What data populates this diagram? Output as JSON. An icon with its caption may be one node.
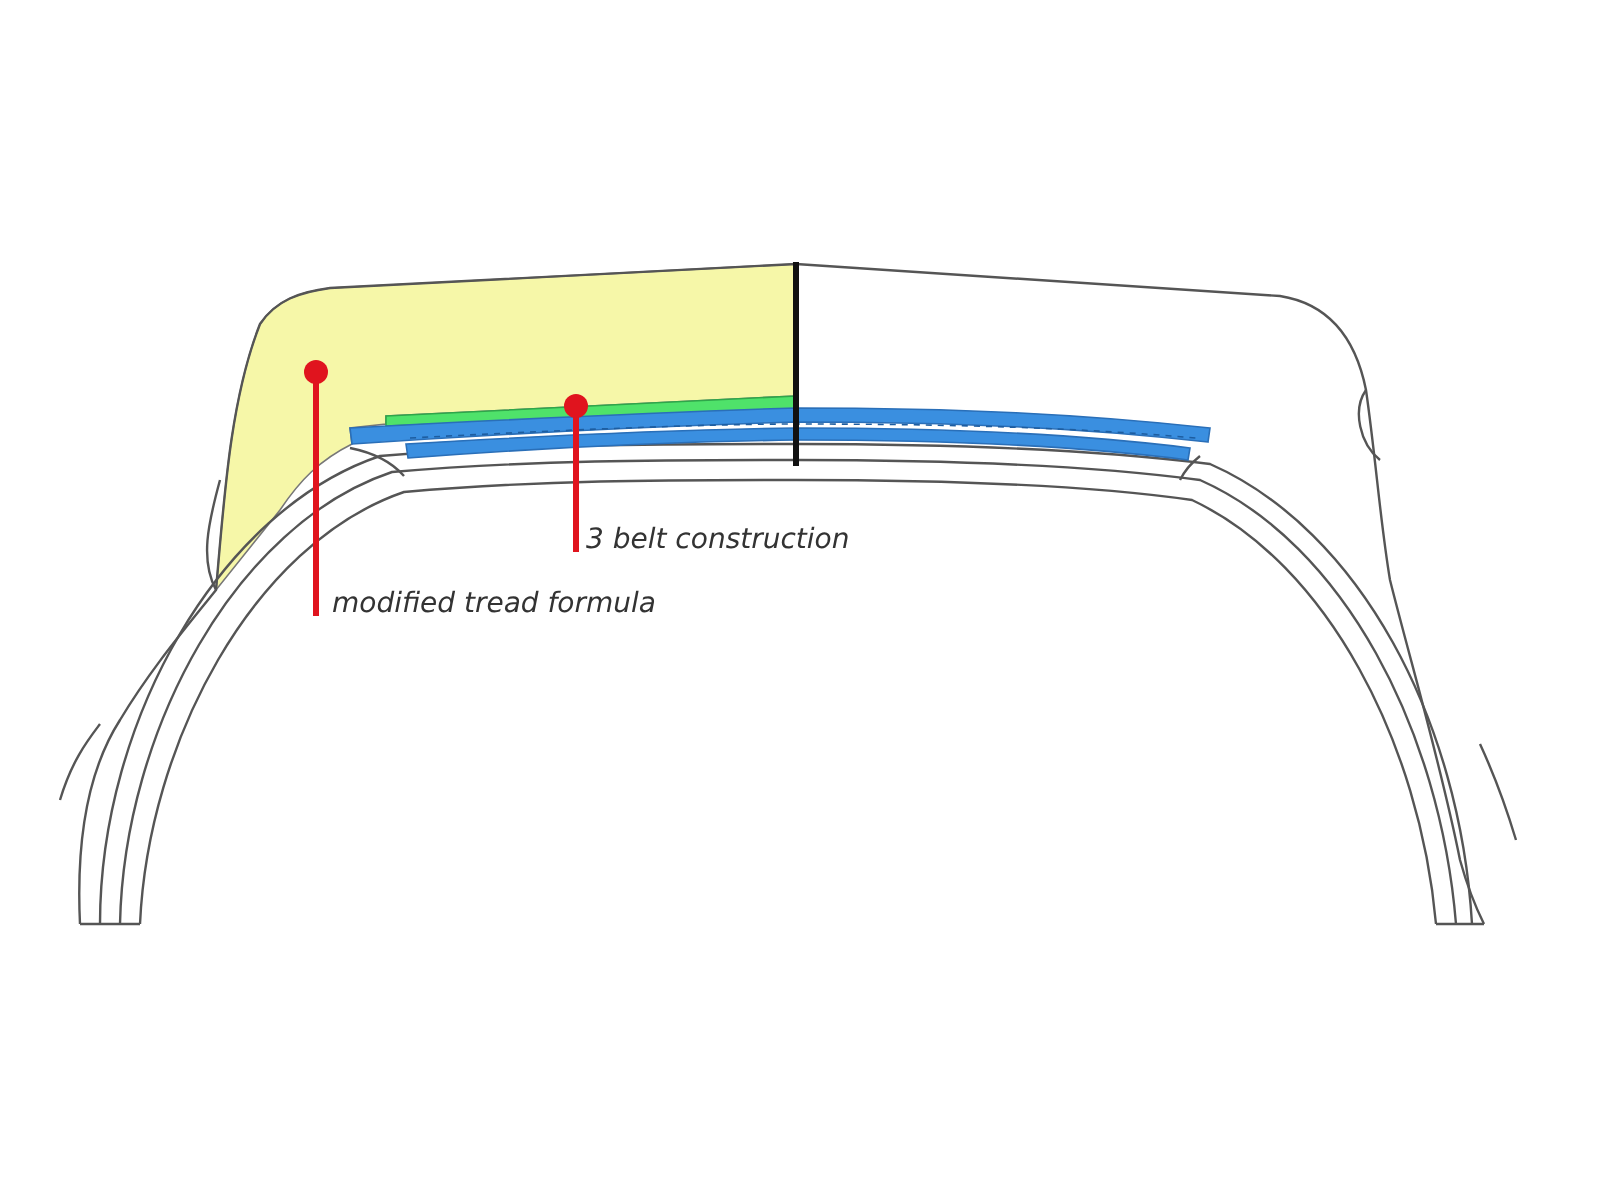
{
  "diagram": {
    "nodes": [
      {
        "text": [
          "modified tread formula"
        ]
      },
      {
        "text": [
          "3 belt construction"
        ]
      },
      {
        "text": [],
        "shape": "area"
      },
      {
        "text": [],
        "shape": "band"
      }
    ],
    "edges": [
      {
        "from": 0,
        "to": 2,
        "arrow": "other"
      },
      {
        "from": 1,
        "to": 3,
        "arrow": "other"
      }
    ]
  }
}
